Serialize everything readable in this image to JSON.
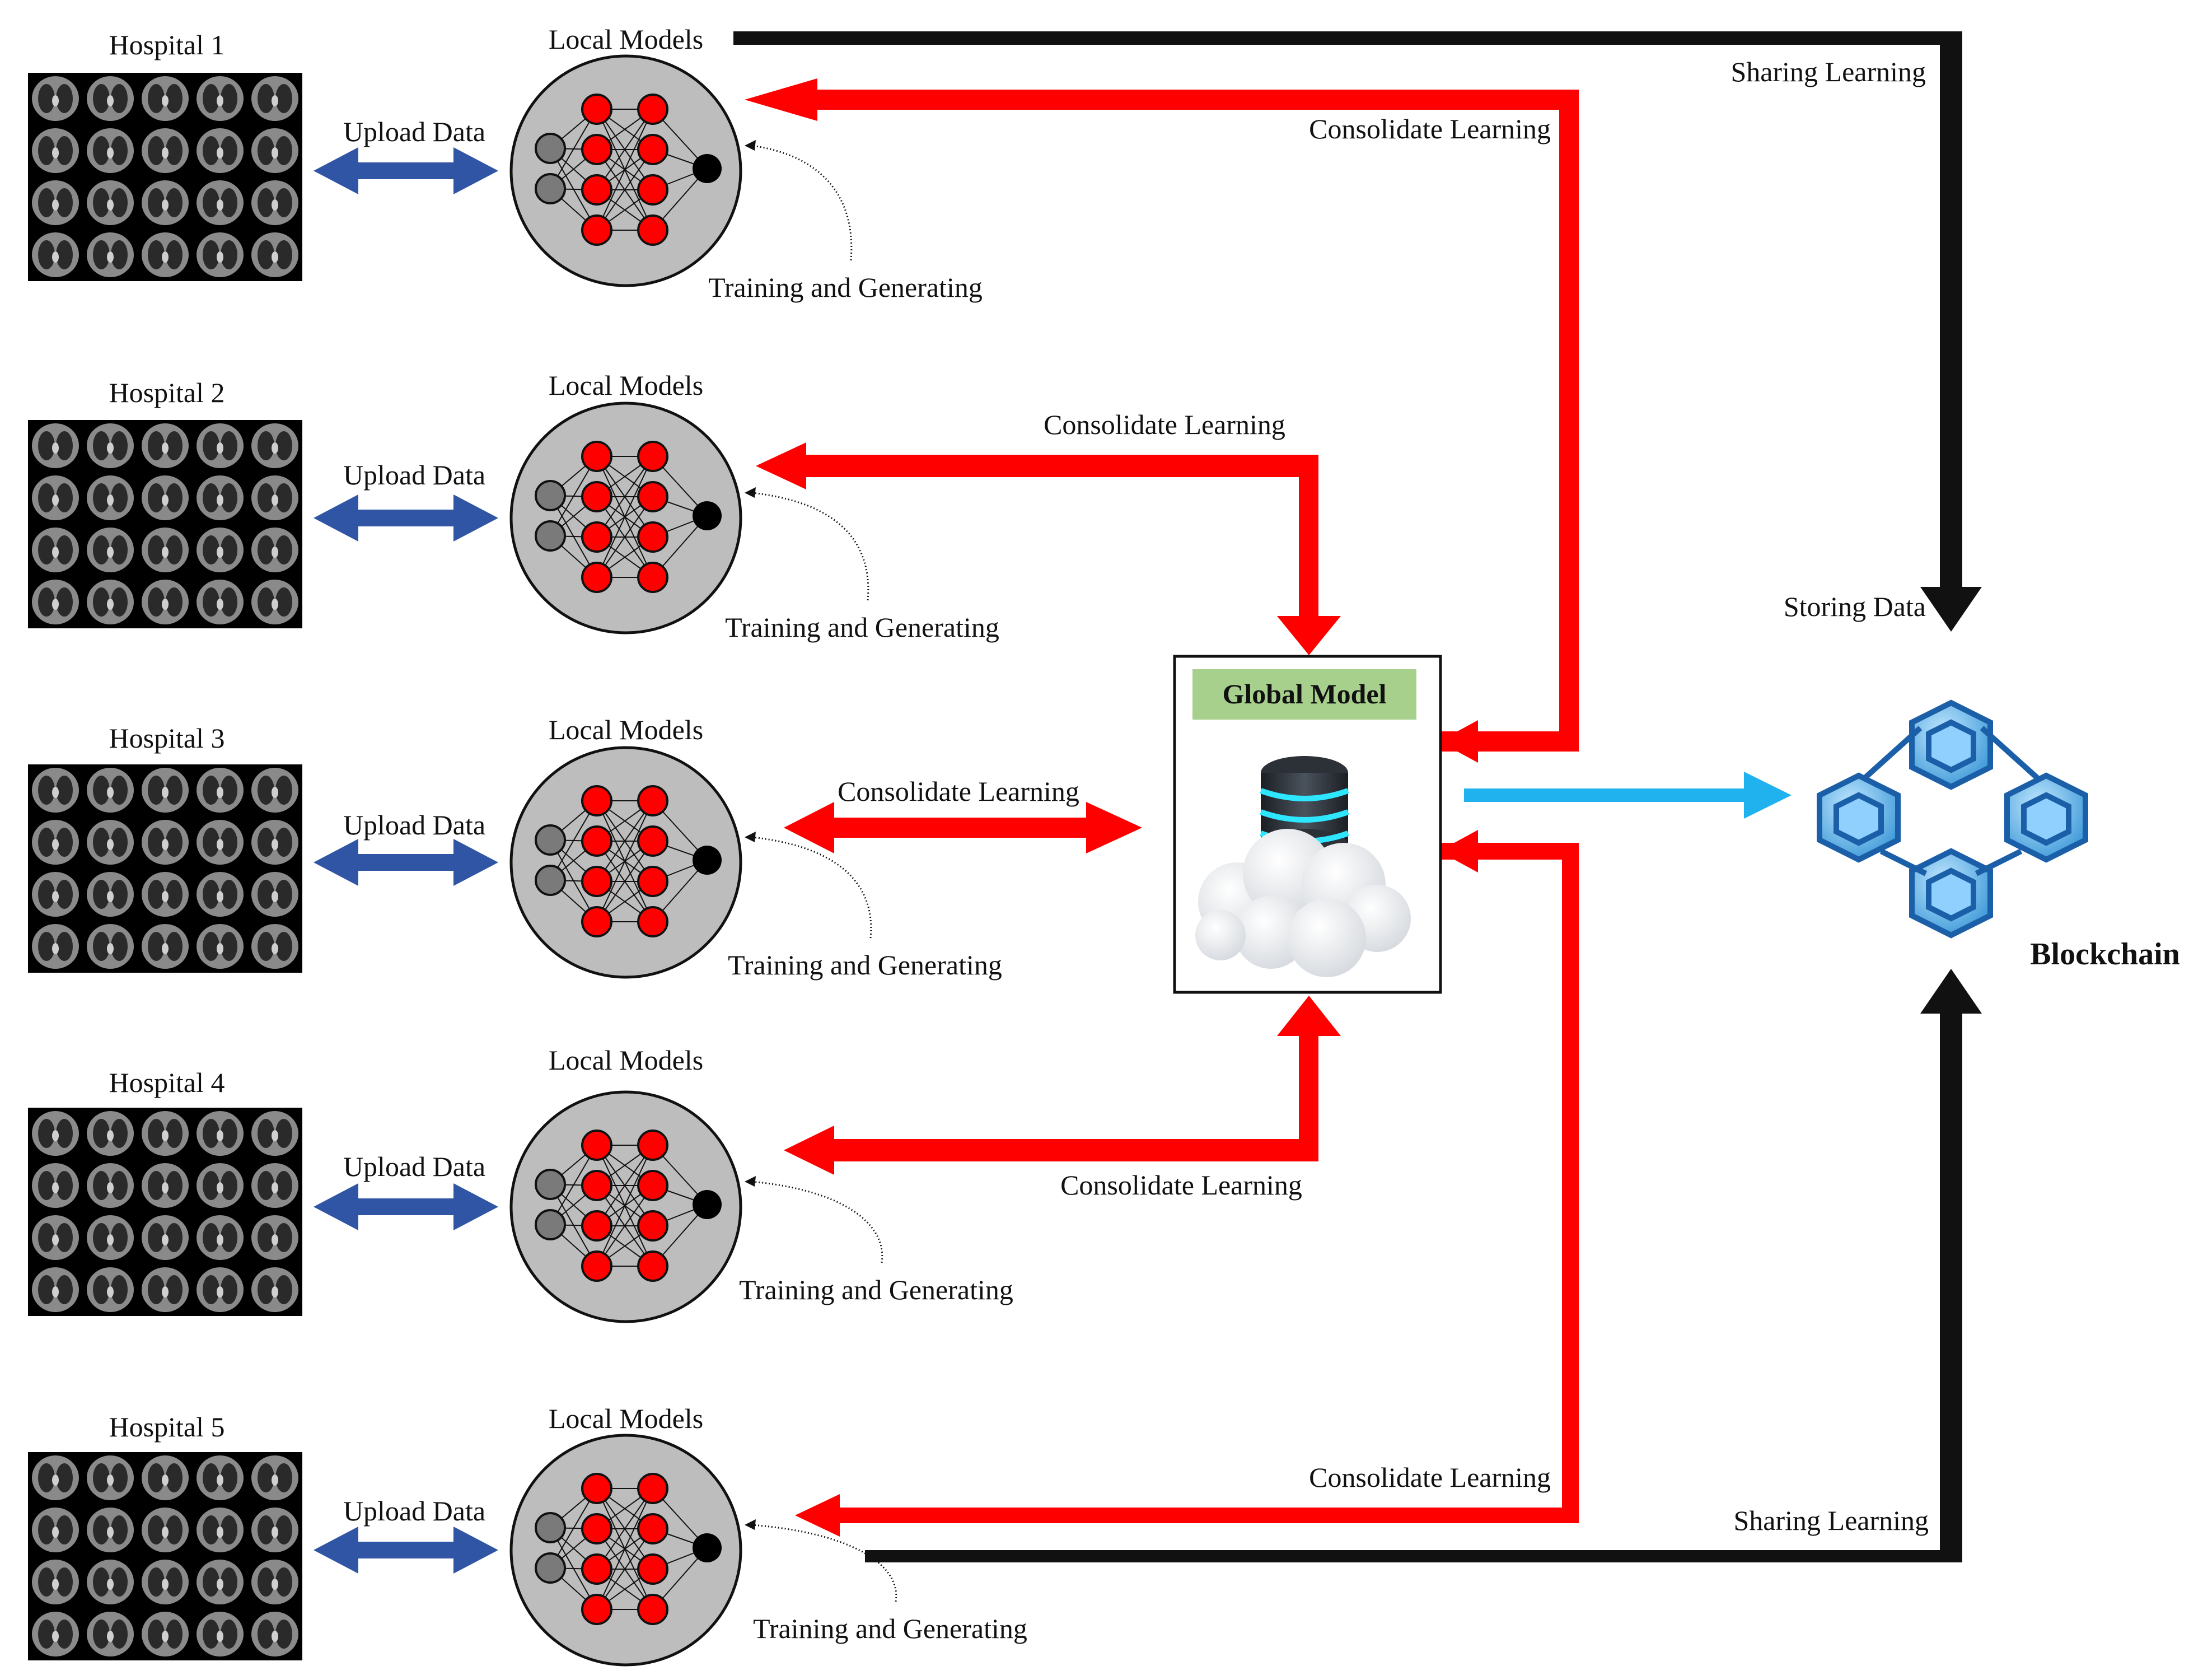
{
  "hospitals": [
    {
      "name": "Hospital 1",
      "upload": "Upload Data",
      "models": "Local Models",
      "training": "Training and Generating"
    },
    {
      "name": "Hospital 2",
      "upload": "Upload Data",
      "models": "Local Models",
      "training": "Training and Generating"
    },
    {
      "name": "Hospital 3",
      "upload": "Upload Data",
      "models": "Local Models",
      "training": "Training and Generating"
    },
    {
      "name": "Hospital 4",
      "upload": "Upload Data",
      "models": "Local Models",
      "training": "Training and Generating"
    },
    {
      "name": "Hospital 5",
      "upload": "Upload Data",
      "models": "Local Models",
      "training": "Training and Generating"
    }
  ],
  "consolidate": [
    "Consolidate Learning",
    "Consolidate Learning",
    "Consolidate Learning",
    "Consolidate Learning",
    "Consolidate Learning"
  ],
  "sharing_top": "Sharing Learning",
  "sharing_bottom": "Sharing Learning",
  "storing": "Storing Data",
  "global_model": "Global Model",
  "blockchain": "Blockchain",
  "colors": {
    "red": "#ff0000",
    "black": "#111111",
    "blue_double": "#2f55a4",
    "cyan": "#1fb2ee",
    "model_bg": "#bdbdbd",
    "neuron_red": "#ff0000",
    "neuron_grey": "#808080",
    "global_label_bg": "#a8d08d",
    "blockchain_blue": "#1a73c8"
  }
}
